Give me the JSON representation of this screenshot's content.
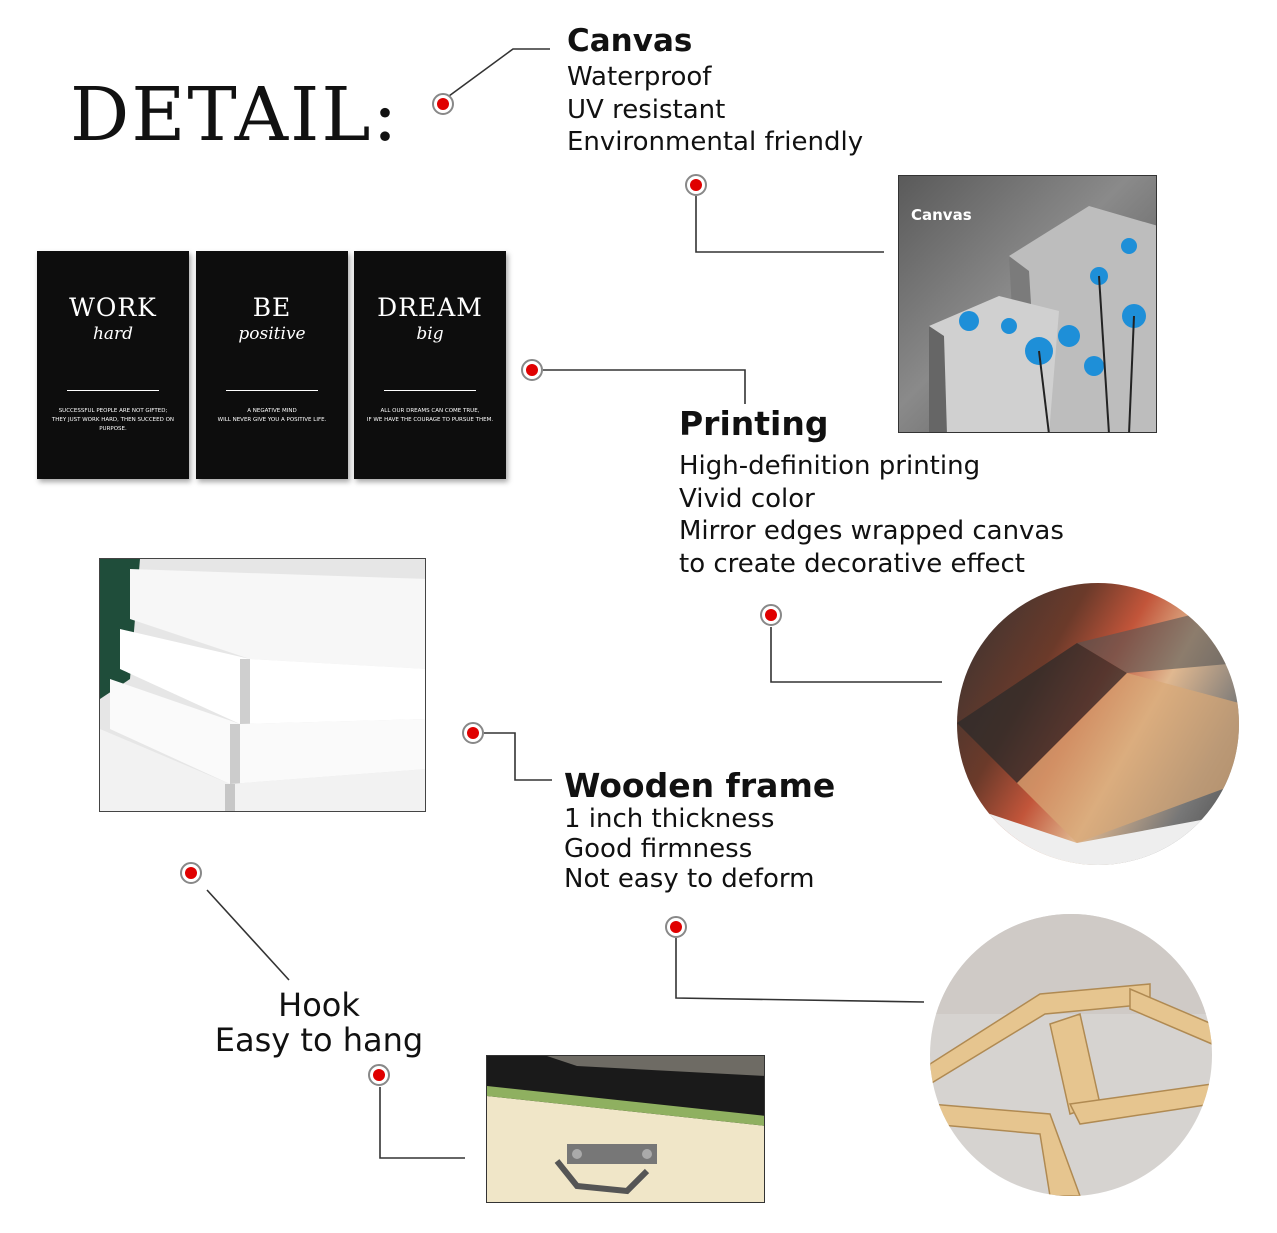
{
  "title": "DETAIL:",
  "canvas": {
    "heading": "Canvas",
    "lines": [
      "Waterproof",
      "UV resistant",
      "Environmental friendly"
    ]
  },
  "printing": {
    "heading": "Printing",
    "lines": [
      "High-definition printing",
      "Vivid color",
      "Mirror edges wrapped canvas",
      "to create decorative effect"
    ]
  },
  "wooden_frame": {
    "heading": "Wooden frame",
    "lines": [
      "1 inch thickness",
      "Good firmness",
      "Not easy to deform"
    ]
  },
  "hook": {
    "lines": [
      "Hook",
      "Easy to hang"
    ]
  },
  "posters": [
    {
      "big": "WORK",
      "script": "hard",
      "small1": "SUCCESSFUL PEOPLE ARE NOT GIFTED;",
      "small2": "THEY JUST WORK HARD, THEN SUCCEED ON PURPOSE."
    },
    {
      "big": "BE",
      "script": "positive",
      "small1": "A NEGATIVE MIND",
      "small2": "WILL NEVER GIVE YOU A POSITIVE LIFE."
    },
    {
      "big": "DREAM",
      "script": "big",
      "small1": "ALL OUR DREAMS CAN COME TRUE,",
      "small2": "IF WE HAVE THE COURAGE TO PURSUE THEM."
    }
  ],
  "canvas_photo": {
    "label": "Canvas"
  },
  "colors": {
    "dot_red": "#e00000",
    "connector": "#333333"
  }
}
